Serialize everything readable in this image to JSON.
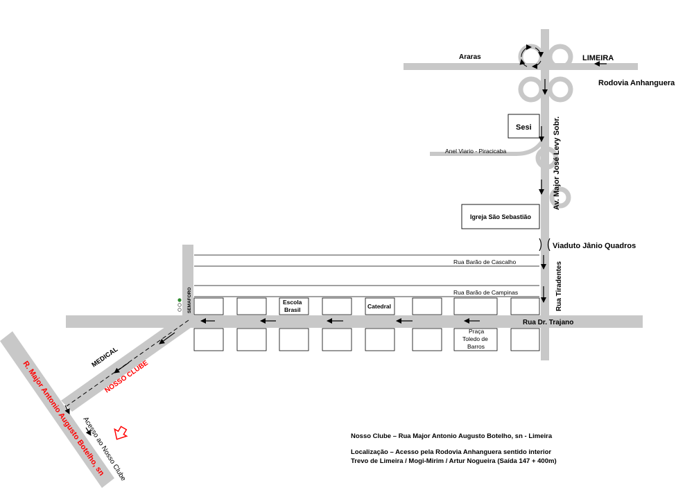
{
  "places": {
    "araras": "Araras",
    "limeira": "LIMEIRA",
    "rodovia_anhanguera": "Rodovia Anhanguera",
    "sesi": "Sesi",
    "anel_viario": "Anel Viario - Piracicaba",
    "av_major": "Av. Major José Levy Sobr.",
    "igreja": "Igreja São Sebastião",
    "viaduto": "Viaduto Jânio Quadros",
    "rua_barao_cascalho": "Rua Barão de Cascalho",
    "rua_barao_campinas": "Rua Barão de Campinas",
    "rua_tiradentes": "Rua  Tiradentes",
    "rua_dr_trajano": "Rua Dr. Trajano",
    "escola_line1": "Escola",
    "escola_line2": "Brasil",
    "catedral": "Catedral",
    "praca_line1": "Praça",
    "praca_line2": "Toledo de",
    "praca_line3": "Barros",
    "semaforo": "SEMAFORO",
    "medical": "MEDICAL",
    "nosso_clube_road": "NOSSO CLUBE",
    "r_major": "R. Major Antonio Augusto Botelho, sn",
    "acesso": "Acesso ao Nosso Clube"
  },
  "info": {
    "line1": "Nosso Clube – Rua Major Antonio Augusto Botelho, sn - Limeira",
    "line2": "Localização – Acesso pela Rodovia Anhanguera sentido interior",
    "line3": "Trevo de  Limeira / Mogi-Mirim / Artur Nogueira (Saída 147 + 400m)"
  },
  "colors": {
    "road": "#c8c8c8",
    "highlight": "#ff0000",
    "signal_green": "#2e8b2e"
  }
}
